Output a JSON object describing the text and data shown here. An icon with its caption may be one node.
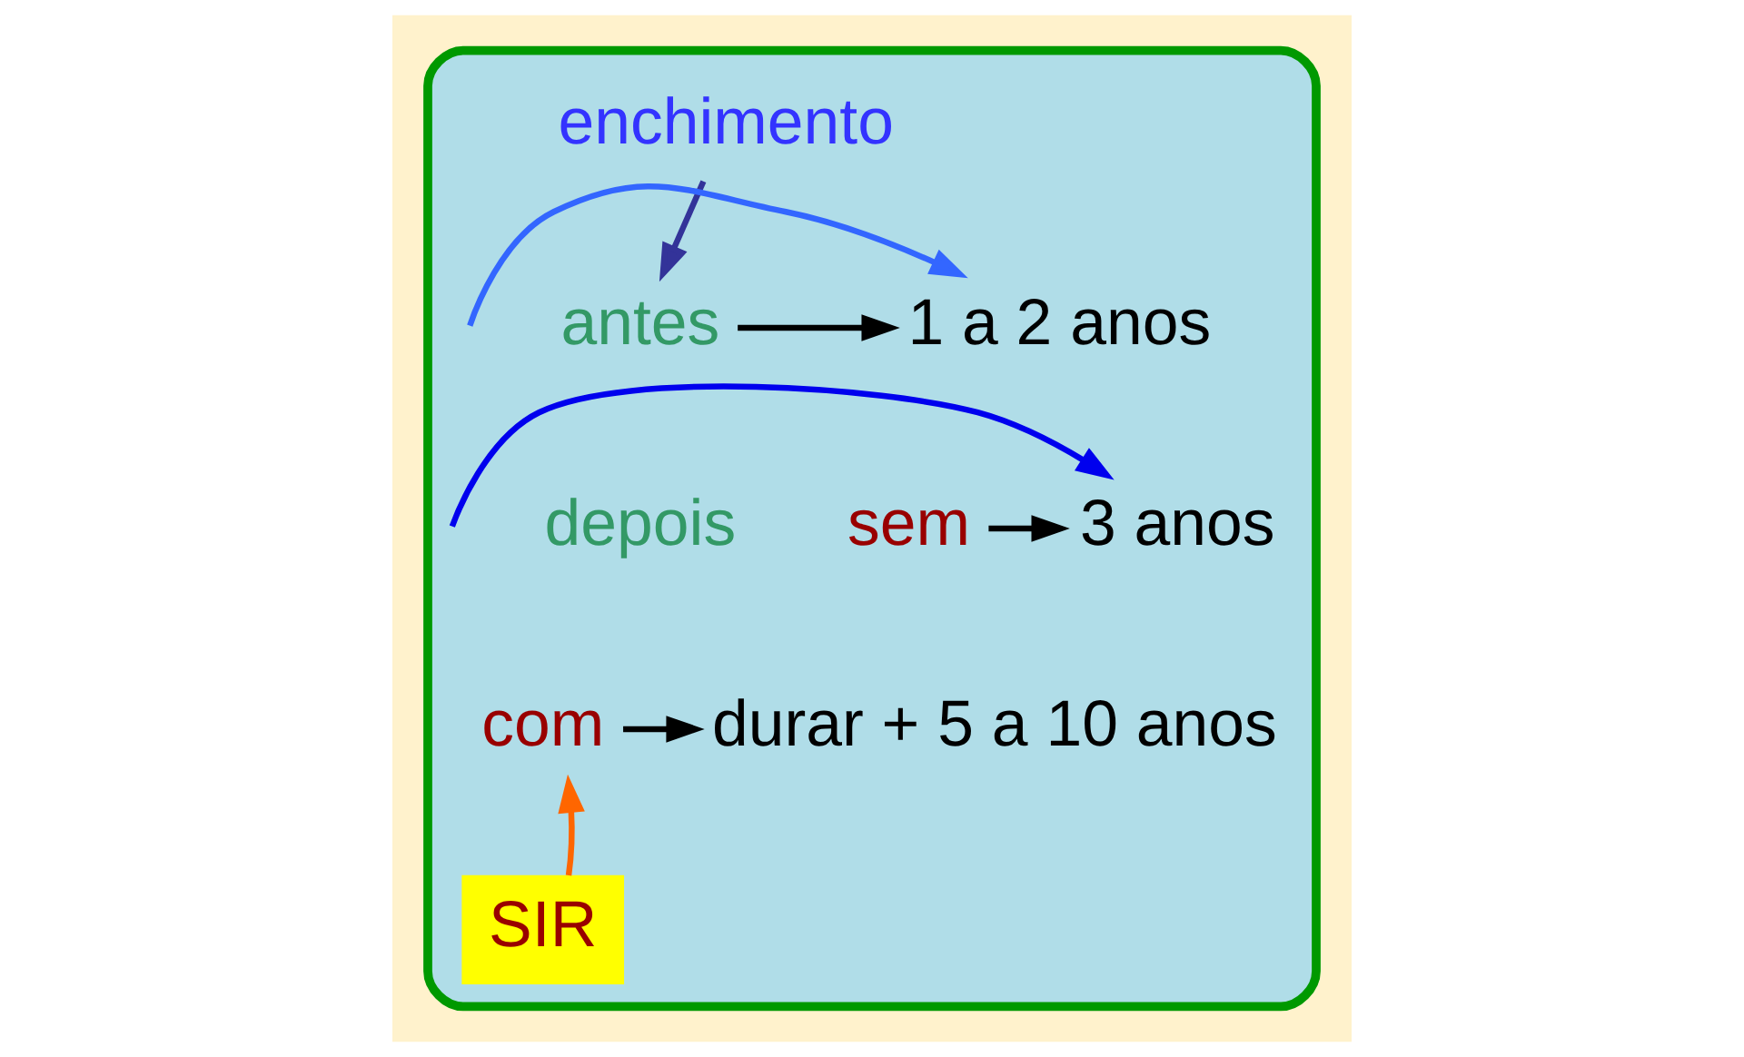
{
  "diagram": {
    "nodes": [
      {
        "text": [],
        "shape": "box"
      },
      {
        "text": [
          "enchimento"
        ],
        "in": 0
      },
      {
        "text": [
          "antes"
        ],
        "in": 0
      },
      {
        "text": [
          "1 a 2 anos"
        ],
        "in": 0
      },
      {
        "text": [
          "depois"
        ],
        "in": 0
      },
      {
        "text": [
          "sem"
        ],
        "in": 0
      },
      {
        "text": [
          "3 anos"
        ],
        "in": 0
      },
      {
        "text": [
          "com"
        ],
        "in": 0
      },
      {
        "text": [
          "durar + 5 a 10 anos"
        ],
        "in": 0
      },
      {
        "text": [
          "SIR"
        ],
        "in": 0
      }
    ],
    "edges": [
      {
        "from": 1,
        "to": 2,
        "arrow": "to",
        "color": "#333399"
      },
      {
        "from": 2,
        "to": 3,
        "arrow": "to"
      },
      {
        "from": null,
        "to": 3,
        "arrow": "to",
        "color": "#3366ff"
      },
      {
        "from": null,
        "to": 6,
        "arrow": "to",
        "color": "#0000ee"
      },
      {
        "from": 5,
        "to": 6,
        "arrow": "to"
      },
      {
        "from": 7,
        "to": 8,
        "arrow": "to"
      },
      {
        "from": 9,
        "to": 7,
        "arrow": "to",
        "color": "#ff6600"
      }
    ]
  }
}
